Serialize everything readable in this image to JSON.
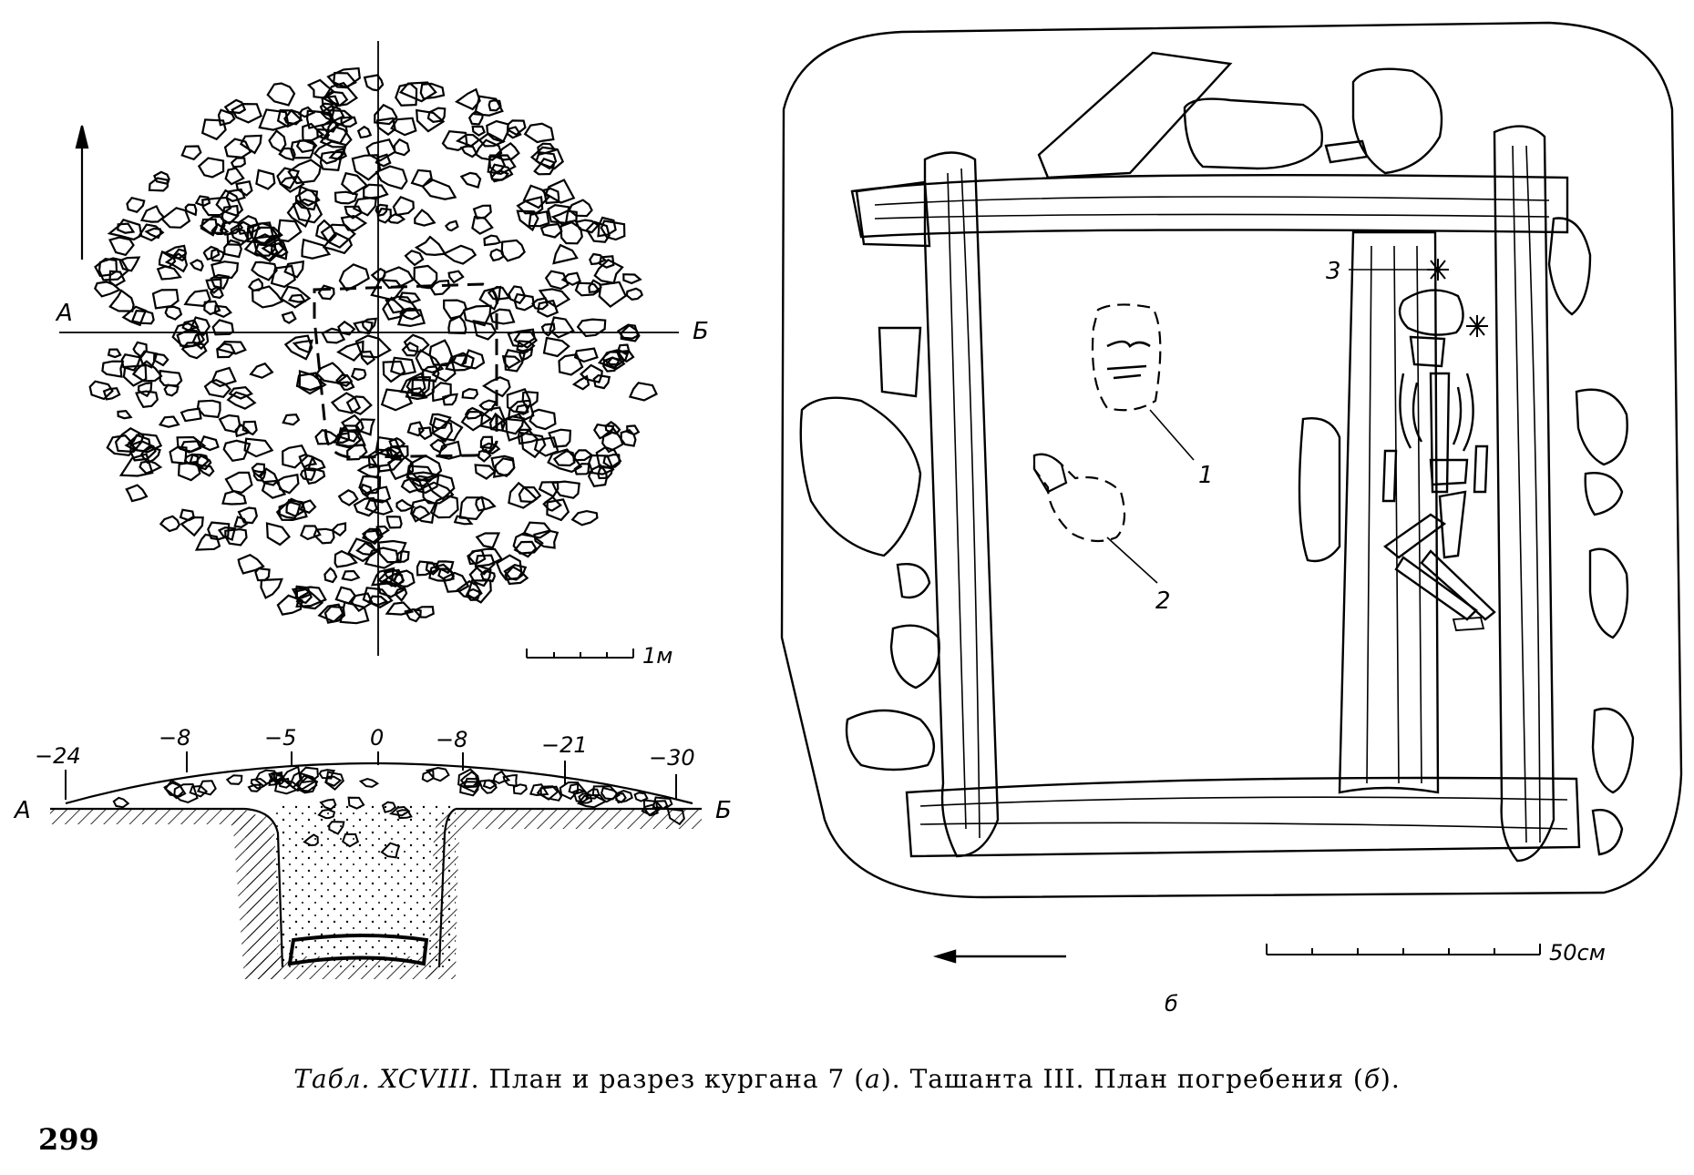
{
  "plan_a": {
    "label_a": "А",
    "label_b": "Б",
    "scale_label": "1м"
  },
  "section": {
    "label_a": "А",
    "label_b": "Б",
    "elevations": [
      "−24",
      "−8",
      "−5",
      "0",
      "−8",
      "−21",
      "−30"
    ]
  },
  "plan_b": {
    "callouts": [
      "1",
      "2",
      "3"
    ],
    "scale_label": "50см",
    "panel_letter": "б"
  },
  "caption": {
    "prefix": "Табл. XCVIII",
    "part1": ". План и разрез кургана 7 (",
    "letter_a": "а",
    "part2": "). Ташанта III. План погребения (",
    "letter_b": "б",
    "part3": ")."
  },
  "page_number": "299"
}
